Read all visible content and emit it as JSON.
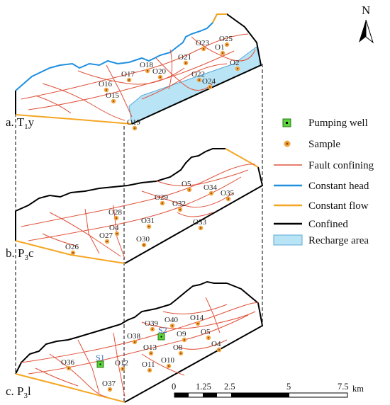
{
  "north": "N",
  "layers": [
    {
      "key": "a",
      "label_prefix": "a. T",
      "label_sub": "1",
      "label_suffix": "y"
    },
    {
      "key": "b",
      "label_prefix": "b. P",
      "label_sub": "3",
      "label_suffix": "c"
    },
    {
      "key": "c",
      "label_prefix": "c. P",
      "label_sub": "3",
      "label_suffix": "l"
    }
  ],
  "samples_layer_a": [
    "O25",
    "O23",
    "O1",
    "O21",
    "O18",
    "O20",
    "O17",
    "O22",
    "O2",
    "O16",
    "O24",
    "O15",
    "O19"
  ],
  "samples_layer_b": [
    "O5",
    "O34",
    "O35",
    "O29",
    "O32",
    "O28",
    "O31",
    "O4",
    "O33",
    "O27",
    "O30",
    "O26"
  ],
  "samples_layer_c": [
    "O39",
    "O40",
    "O14",
    "O38",
    "O9",
    "O5",
    "O13",
    "O8",
    "O4",
    "O36",
    "O12",
    "O11",
    "O10",
    "O37"
  ],
  "pumping_wells": [
    "S1",
    "S2"
  ],
  "legend": {
    "pumping_well": "Pumping well",
    "sample": "Sample",
    "fault": "Fault confining",
    "constant_head": "Constant head",
    "constant_flow": "Constant flow",
    "confined": "Confined",
    "recharge": "Recharge area"
  },
  "scale": {
    "ticks": [
      "0",
      "1.25",
      "2.5",
      "5",
      "7.5"
    ],
    "unit": "km"
  },
  "colors": {
    "fault": "#e0523a",
    "constant_head": "#1f8fe0",
    "constant_flow": "#f5a623",
    "confined": "#000000",
    "recharge": "#b9e4f5",
    "sample_fill": "#f2a23a",
    "sample_dot": "#8a4a10",
    "pumping_well": "#5ad43a"
  }
}
